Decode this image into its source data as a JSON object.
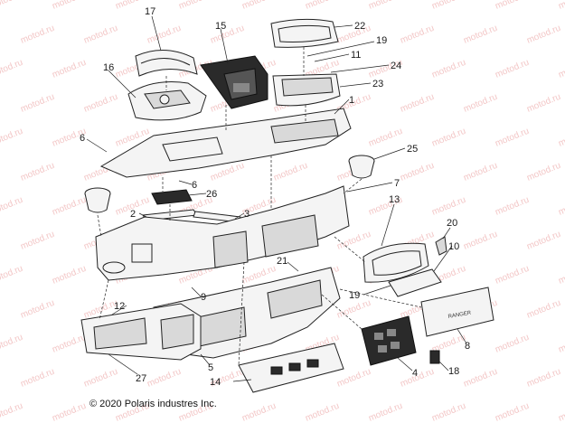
{
  "watermark_text": "motod.ru",
  "copyright": "© 2020 Polaris industres Inc.",
  "callouts": [
    "17",
    "15",
    "22",
    "19",
    "11",
    "24",
    "16",
    "23",
    "1",
    "6",
    "25",
    "6",
    "26",
    "7",
    "2",
    "3",
    "13",
    "20",
    "10",
    "21",
    "19",
    "9",
    "12",
    "5",
    "8",
    "27",
    "4",
    "14",
    "18"
  ],
  "glovebox_logo": "RANGER"
}
